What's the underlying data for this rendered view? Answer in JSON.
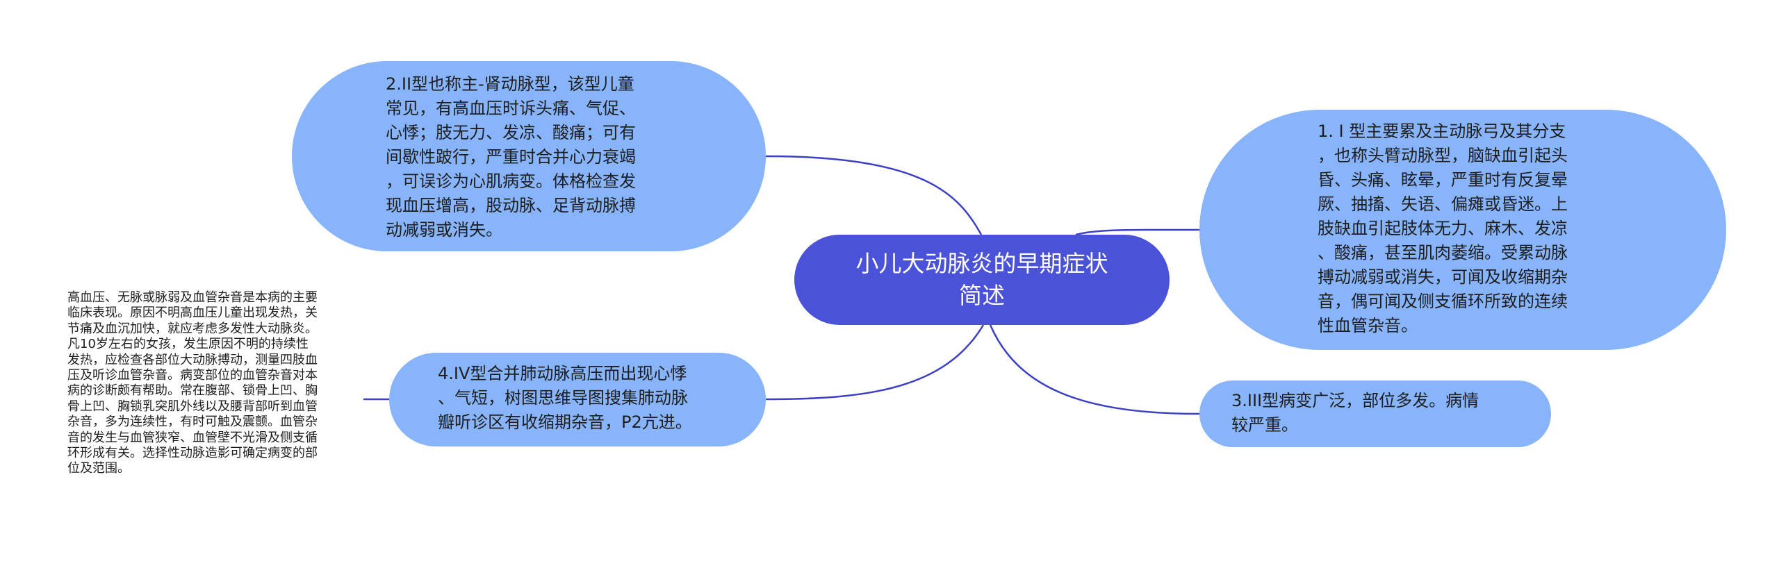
{
  "center": {
    "text": "小儿大动脉炎的早期症状\n简述"
  },
  "branches": {
    "type1": "1. I 型主要累及主动脉弓及其分支\n，也称头臂动脉型，脑缺血引起头\n昏、头痛、眩晕，严重时有反复晕\n厥、抽搐、失语、偏瘫或昏迷。上\n肢缺血引起肢体无力、麻木、发凉\n、酸痛，甚至肌肉萎缩。受累动脉\n搏动减弱或消失，可闻及收缩期杂\n音，偶可闻及侧支循环所致的连续\n性血管杂音。",
    "type2": "2.II型也称主-肾动脉型，该型儿童\n常见，有高血压时诉头痛、气促、\n心悸；肢无力、发凉、酸痛；可有\n间歇性跛行，严重时合并心力衰竭\n，可误诊为心肌病变。体格检查发\n现血压增高，股动脉、足背动脉搏\n动减弱或消失。",
    "type3": "3.III型病变广泛，部位多发。病情\n较严重。",
    "type4": "4.IV型合并肺动脉高压而出现心悸\n、气短，树图思维导图搜集肺动脉\n瓣听诊区有收缩期杂音，P2亢进。"
  },
  "leaf": {
    "text": "高血压、无脉或脉弱及血管杂音是本病的主要\n临床表现。原因不明高血压儿童出现发热，关\n节痛及血沉加快，就应考虑多发性大动脉炎。\n凡10岁左右的女孩，发生原因不明的持续性\n发热，应检查各部位大动脉搏动，测量四肢血\n压及听诊血管杂音。病变部位的血管杂音对本\n病的诊断颇有帮助。常在腹部、锁骨上凹、胸\n骨上凹、胸锁乳突肌外线以及腰背部听到血管\n杂音，多为连续性，有时可触及震颤。血管杂\n音的发生与血管狭窄、血管壁不光滑及侧支循\n环形成有关。选择性动脉造影可确定病变的部\n位及范围。"
  },
  "colors": {
    "center_fill": "#4a52d8",
    "branch_fill": "#87b4fb",
    "connector": "#3b40c4",
    "center_text": "#ffffff",
    "body_text": "#1e1e1e"
  }
}
